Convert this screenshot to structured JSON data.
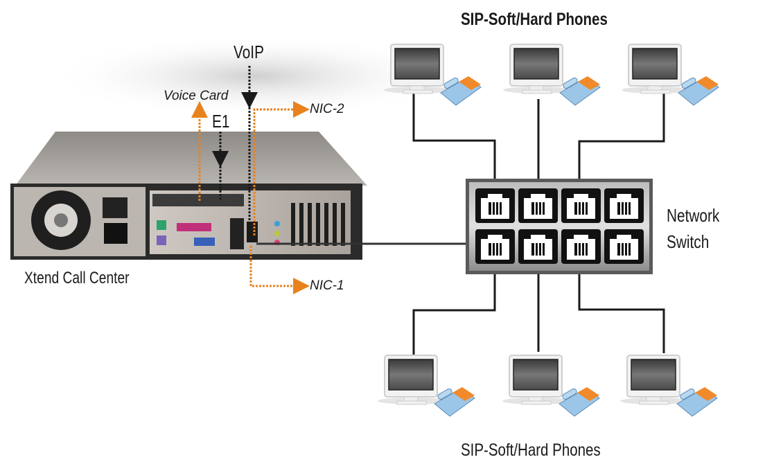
{
  "labels": {
    "top_title": "SIP-Soft/Hard Phones",
    "bottom_title": "SIP-Soft/Hard Phones",
    "voip": "VoIP",
    "voice_card": "Voice Card",
    "e1": "E1",
    "nic2": "NIC-2",
    "nic1": "NIC-1",
    "server_name": "Xtend Call Center",
    "switch_line1": "Network",
    "switch_line2": "Switch"
  },
  "colors": {
    "orange_link": "#e8821e",
    "black_link": "#1a1a1a",
    "switch_body": "#8a8a8a"
  },
  "nodes": {
    "server": {
      "type": "rack-server",
      "label": "Xtend Call Center"
    },
    "switch": {
      "type": "network-switch",
      "label": "Network Switch",
      "ports": 8
    },
    "top_workstations": [
      {
        "type": "pc-with-phone"
      },
      {
        "type": "pc-with-phone"
      },
      {
        "type": "pc-with-phone"
      }
    ],
    "bottom_workstations": [
      {
        "type": "pc-with-phone"
      },
      {
        "type": "pc-with-phone"
      },
      {
        "type": "pc-with-phone"
      }
    ]
  },
  "edges": [
    {
      "from": "server",
      "to": "switch",
      "style": "solid"
    },
    {
      "from": "VoIP",
      "to": "server",
      "style": "dotted-black"
    },
    {
      "from": "E1",
      "to": "server",
      "style": "dotted-black"
    },
    {
      "from": "server",
      "to": "Voice Card",
      "style": "dotted-orange"
    },
    {
      "from": "server",
      "to": "NIC-2",
      "style": "dotted-orange"
    },
    {
      "from": "server",
      "to": "NIC-1",
      "style": "dotted-orange"
    },
    {
      "from": "switch",
      "to": "top_workstations.0",
      "style": "solid"
    },
    {
      "from": "switch",
      "to": "top_workstations.1",
      "style": "solid"
    },
    {
      "from": "switch",
      "to": "top_workstations.2",
      "style": "solid"
    },
    {
      "from": "switch",
      "to": "bottom_workstations.0",
      "style": "solid"
    },
    {
      "from": "switch",
      "to": "bottom_workstations.1",
      "style": "solid"
    },
    {
      "from": "switch",
      "to": "bottom_workstations.2",
      "style": "solid"
    }
  ]
}
